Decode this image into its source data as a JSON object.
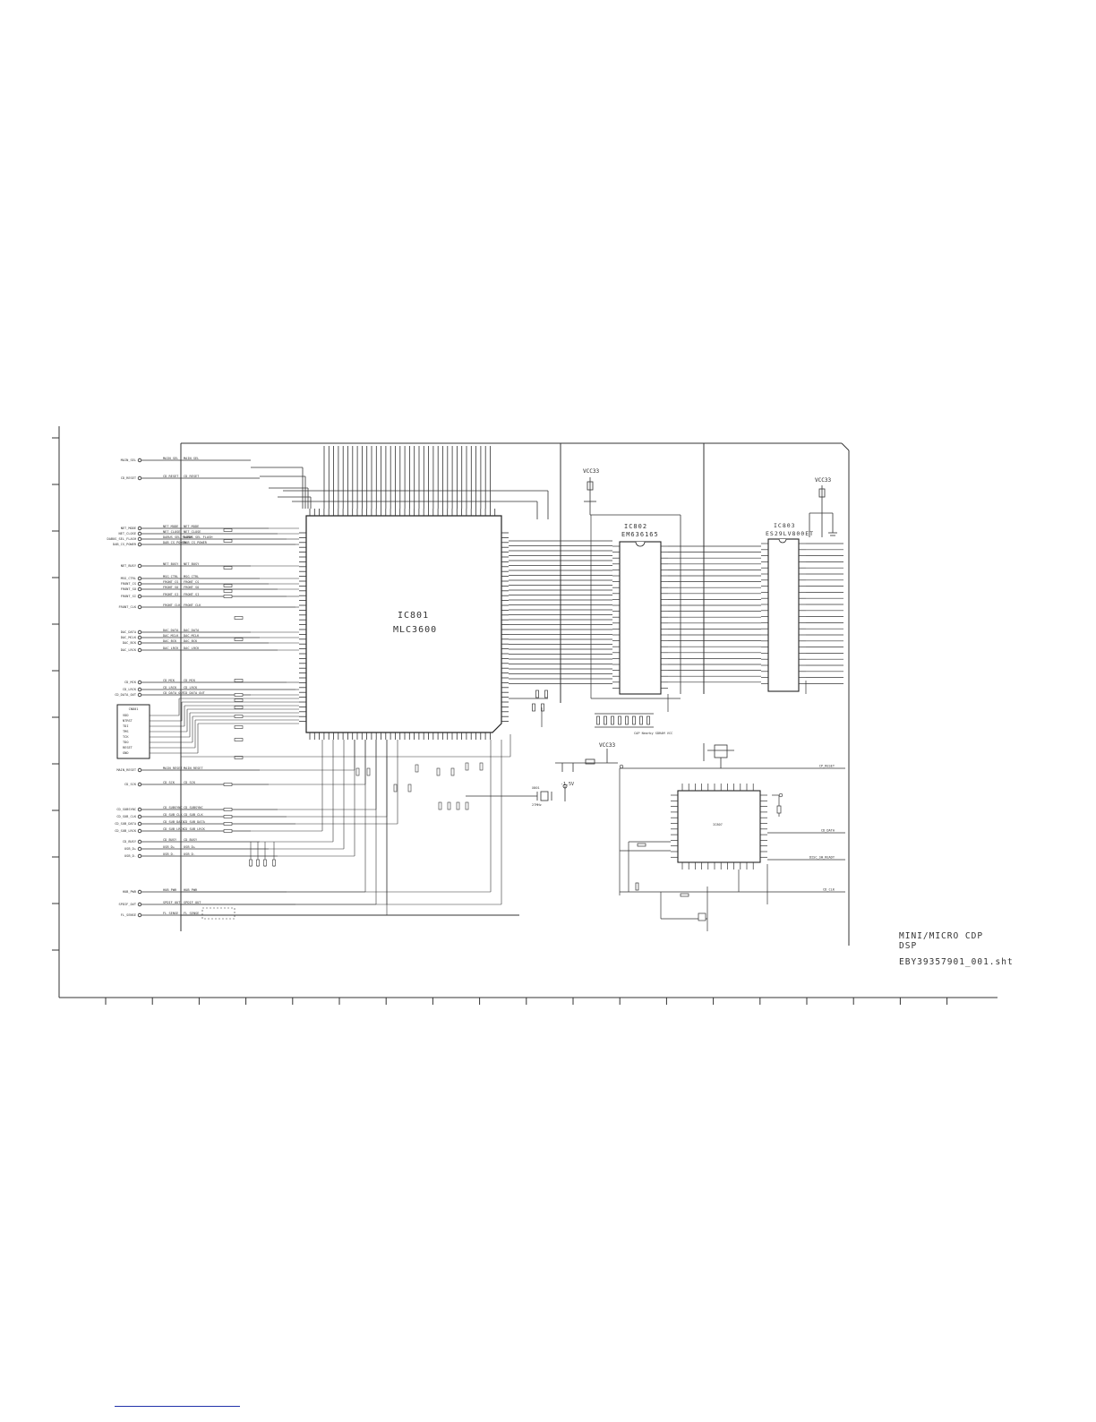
{
  "title_block": {
    "line1": "MINI/MICRO CDP",
    "line2": "DSP",
    "sheet_file": "EBY39357901_001.sht"
  },
  "chips": {
    "ic801": {
      "ref": "IC801",
      "part": "MLC3600"
    },
    "ic802": {
      "ref": "IC802",
      "part": "EM636165"
    },
    "ic803": {
      "ref": "IC803",
      "part": "ES29LV800ET"
    },
    "ic807": {
      "ref": "IC807"
    }
  },
  "power_labels": {
    "vcc33_a": "VCC33",
    "vcc33_b": "VCC33",
    "vcc33_c": "VCC33",
    "v_minus_5": "-1.5V",
    "cap_note": "CAP Nearby SDRAM VCC"
  },
  "left_ports": [
    "MAIN_SEL",
    "CD_RESET",
    "NET_MODE",
    "NET_CLOSE",
    "DABUS_SEL_FLASH",
    "DAB_CS_POWER",
    "NET_BUSY",
    "MSG_CTRL",
    "FRONT_CS",
    "FRONT_SO",
    "FRONT_SI",
    "FRONT_CLK",
    "DAC_DATA",
    "DAC_MCLK",
    "DAC_BCK",
    "DAC_LRCK",
    "CD_MCK",
    "CD_LRCK",
    "CD_DATA_OUT",
    "MAIN_RESET",
    "CD_SCK",
    "CD_SUBSYNC",
    "CD_SUB_CLK",
    "CD_SUB_DATA",
    "CD_SUB_LRCK",
    "CD_BUSY",
    "USB_D+",
    "USB_D-",
    "HUB_PWR",
    "SPDIF_OUT",
    "FL_SENSE"
  ],
  "jtag": {
    "title": "CN801",
    "pins": [
      "VDD",
      "NTRST",
      "TDI",
      "TMS",
      "TCK",
      "TDO",
      "RESET",
      "GND"
    ]
  },
  "right_outputs": [
    "CP_RESET",
    "CD_DATA",
    "DISC_SW_READY",
    "CD_CLK"
  ],
  "crystal": {
    "ref": "X801",
    "value": "27MHz"
  }
}
